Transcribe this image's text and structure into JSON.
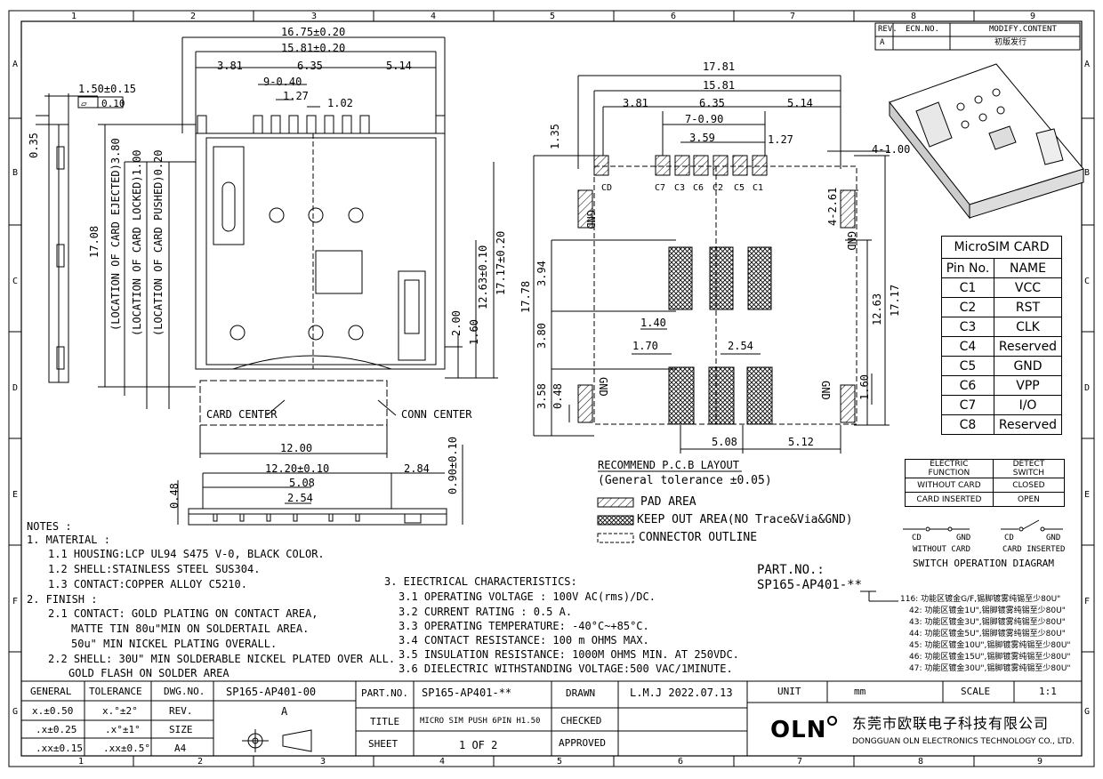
{
  "border_rulers": {
    "top_numbers": [
      "1",
      "2",
      "3",
      "4",
      "5",
      "6",
      "7",
      "8",
      "9"
    ],
    "bottom_numbers": [
      "1",
      "2",
      "3",
      "4",
      "5",
      "6",
      "7",
      "8",
      "9"
    ],
    "side_letters": [
      "A",
      "B",
      "C",
      "D",
      "E",
      "F",
      "G"
    ]
  },
  "revision_table": {
    "headers": [
      "REV.",
      "ECN.NO.",
      "MODIFY.CONTENT"
    ],
    "row": [
      "A",
      "",
      "初版发行"
    ]
  },
  "side_view": {
    "dim_1_50": "1.50±0.15",
    "flatness": "0.10",
    "dim_0_35": "0.35"
  },
  "top_view": {
    "dims": {
      "w1675": "16.75±0.20",
      "w1581": "15.81±0.20",
      "w381": "3.81",
      "w635": "6.35",
      "w514": "5.14",
      "pitch": "9-0.40",
      "w127": "1.27",
      "w102": "1.02",
      "h1708": "17.08",
      "h380": "(LOCATION OF CARD EJECTED)3.80",
      "h100": "(LOCATION OF CARD LOCKED)1.00",
      "h020": "(LOCATION OF CARD PUSHED)0.20",
      "h1263": "12.63±0.10",
      "h1717": "17.17±0.20",
      "h200": "2.00",
      "h160": "1.60",
      "w1200": "12.00"
    },
    "card_center": "CARD CENTER",
    "conn_center": "CONN CENTER"
  },
  "bottom_view": {
    "w1220": "12.20±0.10",
    "w508": "5.08",
    "w254": "2.54",
    "w284": "2.84",
    "h048": "0.48",
    "h090": "0.90±0.10"
  },
  "pcb_layout": {
    "dims": {
      "w1781": "17.81",
      "w1581": "15.81",
      "w381": "3.81",
      "w635": "6.35",
      "w514": "5.14",
      "pitch": "7-0.90",
      "w359": "3.59",
      "w127": "1.27",
      "h135": "1.35",
      "d4_100": "4-1.00",
      "d4_261": "4-2.61",
      "h394": "3.94",
      "h1778": "17.78",
      "h380": "3.80",
      "h358": "3.58",
      "h048": "0.48",
      "w140": "1.40",
      "w170": "1.70",
      "w254": "2.54",
      "h1263": "12.63",
      "h1717": "17.17",
      "h160": "1.60",
      "w508": "5.08",
      "w512": "5.12"
    },
    "pad_labels": [
      "CD",
      "C7",
      "C3",
      "C6",
      "C2",
      "C5",
      "C1"
    ],
    "gnd": "GND",
    "title": "RECOMMEND P.C.B LAYOUT",
    "tolerance": "(General tolerance ±0.05)",
    "legend": [
      "PAD AREA",
      "KEEP OUT AREA(NO Trace&Via&GND)",
      "CONNECTOR OUTLINE"
    ]
  },
  "pin_table": {
    "title": "MicroSIM CARD",
    "headers": [
      "Pin No.",
      "NAME"
    ],
    "rows": [
      [
        "C1",
        "VCC"
      ],
      [
        "C2",
        "RST"
      ],
      [
        "C3",
        "CLK"
      ],
      [
        "C4",
        "Reserved"
      ],
      [
        "C5",
        "GND"
      ],
      [
        "C6",
        "VPP"
      ],
      [
        "C7",
        "I/O"
      ],
      [
        "C8",
        "Reserved"
      ]
    ]
  },
  "switch_table": {
    "headers": [
      "ELECTRIC FUNCTION",
      "DETECT SWITCH"
    ],
    "rows": [
      [
        "WITHOUT CARD",
        "CLOSED"
      ],
      [
        "CARD INSERTED",
        "OPEN"
      ]
    ]
  },
  "switch_diagram": {
    "cd": "CD",
    "gnd": "GND",
    "without": "WITHOUT CARD",
    "inserted": "CARD INSERTED",
    "title": "SWITCH OPERATION DIAGRAM"
  },
  "notes": {
    "header": "NOTES :",
    "material": "1. MATERIAL :",
    "m1": "1.1 HOUSING:LCP UL94 S475 V-0, BLACK COLOR.",
    "m2": "1.2 SHELL:STAINLESS STEEL SUS304.",
    "m3": "1.3 CONTACT:COPPER ALLOY C5210.",
    "finish": "2. FINISH :",
    "f1a": "2.1 CONTACT: GOLD PLATING ON CONTACT AREA,",
    "f1b": "MATTE TIN 80u\"MIN ON SOLDERTAIL AREA.",
    "f1c": "50u\" MIN NICKEL PLATING OVERALL.",
    "f2a": "2.2 SHELL: 30U\" MIN SOLDERABLE NICKEL PLATED OVER ALL.",
    "f2b": "GOLD FLASH ON SOLDER AREA",
    "elec": "3. EIECTRICAL CHARACTERISTICS:",
    "e1": "3.1 OPERATING VOLTAGE : 100V AC(rms)/DC.",
    "e2": "3.2 CURRENT RATING : 0.5 A.",
    "e3": "3.3 OPERATING TEMPERATURE: -40°C~+85°C.",
    "e4": "3.4 CONTACT RESISTANCE: 100 m OHMS MAX.",
    "e5": "3.5 INSULATION RESISTANCE: 1000M OHMS MIN. AT 250VDC.",
    "e6": "3.6 DIELECTRIC WITHSTANDING VOLTAGE:500 VAC/1MINUTE."
  },
  "part_no": {
    "label": "PART.NO.:",
    "value": "SP165-AP401-**",
    "options": [
      "116: 功能区镀金G/F,锡脚镀雾纯锡至少80U\"",
      "42: 功能区镀金1U\",锡脚镀雾纯锡至少80U\"",
      "43: 功能区镀金3U\",锡脚镀雾纯锡至少80U\"",
      "44: 功能区镀金5U\",锡脚镀雾纯锡至少80U\"",
      "45: 功能区镀金10U\",锡脚镀雾纯锡至少80U\"",
      "46: 功能区镀金15U\",锡脚镀雾纯锡至少80U\"",
      "47: 功能区镀金30U\",锡脚镀雾纯锡至少80U\""
    ]
  },
  "title_block": {
    "general": "GENERAL",
    "tolerance": "TOLERANCE",
    "dwg_no": "DWG.NO.",
    "dwg_no_val": "SP165-AP401-00",
    "tol1a": "x.±0.50",
    "tol1b": "x.°±2°",
    "tol2a": ".x±0.25",
    "tol2b": ".x°±1°",
    "tol3a": ".xx±0.15",
    "tol3b": ".xx±0.5°",
    "rev": "REV.",
    "rev_val": "A",
    "size": "SIZE",
    "size_val": "A4",
    "part_no": "PART.NO.",
    "part_no_val": "SP165-AP401-**",
    "drawn": "DRAWN",
    "drawn_val": "L.M.J 2022.07.13",
    "unit": "UNIT",
    "unit_val": "mm",
    "scale": "SCALE",
    "scale_val": "1:1",
    "title": "TITLE",
    "title_val": "MICRO SIM PUSH 6PIN H1.50",
    "checked": "CHECKED",
    "sheet": "SHEET",
    "sheet_val": "1 OF 2",
    "approved": "APPROVED",
    "logo": "OLN",
    "company_cn": "东莞市欧联电子科技有限公司",
    "company_en": "DONGGUAN OLN ELECTRONICS TECHNOLOGY CO., LTD."
  }
}
